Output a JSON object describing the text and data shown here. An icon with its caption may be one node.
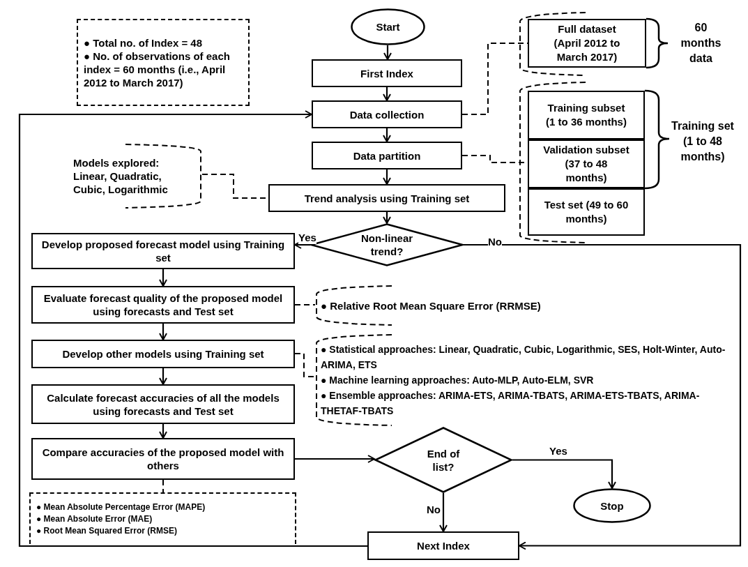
{
  "diagram": {
    "nodes": [
      {
        "text": [
          "● Total no. of Index = 48",
          "● No. of observations of each index = 60 months (i.e., April 2012 to March 2017)"
        ]
      },
      {
        "text": [
          "Start"
        ]
      },
      {
        "text": [
          "First Index"
        ]
      },
      {
        "text": [
          "Data collection"
        ]
      },
      {
        "text": [
          "Data partition"
        ]
      },
      {
        "text": [
          "Models explored: Linear, Quadratic, Cubic, Logarithmic"
        ]
      },
      {
        "text": [
          "Trend analysis using Training set"
        ]
      },
      {
        "text": [
          "Full dataset (April 2012 to March 2017)"
        ]
      },
      {
        "text": [
          "Training subset (1 to 36 months)"
        ]
      },
      {
        "text": [
          "Validation subset (37 to 48 months)"
        ]
      },
      {
        "text": [
          "Test set (49 to 60 months)"
        ]
      },
      {
        "text": [
          "Non-linear trend?"
        ]
      },
      {
        "text": [
          "Develop proposed forecast model using Training set"
        ]
      },
      {
        "text": [
          "Evaluate forecast quality of the proposed model using forecasts and Test set"
        ]
      },
      {
        "text": [
          "● Relative Root Mean Square Error (RRMSE)"
        ]
      },
      {
        "text": [
          "Develop other models using Training set"
        ]
      },
      {
        "text": [
          "● Statistical approaches: Linear, Quadratic, Cubic, Logarithmic, SES, Holt-Winter, Auto-ARIMA, ETS",
          "● Machine learning approaches: Auto-MLP, Auto-ELM, SVR",
          "● Ensemble approaches: ARIMA-ETS, ARIMA-TBATS, ARIMA-ETS-TBATS, ARIMA-THETAF-TBATS"
        ]
      },
      {
        "text": [
          "Calculate forecast accuracies of all the models using forecasts and Test set"
        ]
      },
      {
        "text": [
          "Compare accuracies of the proposed model with others"
        ]
      },
      {
        "text": [
          "● Mean Absolute Percentage Error (MAPE)",
          "● Mean Absolute Error (MAE)",
          "● Root Mean Squared Error (RMSE)"
        ]
      },
      {
        "text": [
          "End of list?"
        ]
      },
      {
        "text": [
          "Stop"
        ]
      },
      {
        "text": [
          "Next Index"
        ]
      }
    ],
    "edges": [
      {
        "from": 1,
        "to": 2,
        "arrow": "to"
      },
      {
        "from": 2,
        "to": 3,
        "arrow": "to"
      },
      {
        "from": 3,
        "to": 4,
        "arrow": "to"
      },
      {
        "from": 4,
        "to": 6,
        "arrow": "to"
      },
      {
        "from": 6,
        "to": 11,
        "arrow": "to"
      },
      {
        "from": 11,
        "to": 12,
        "arrow": "to",
        "label": "Yes"
      },
      {
        "from": 11,
        "to": 22,
        "arrow": "to",
        "label": "No"
      },
      {
        "from": 12,
        "to": 13,
        "arrow": "to"
      },
      {
        "from": 13,
        "to": 15,
        "arrow": "to"
      },
      {
        "from": 15,
        "to": 17,
        "arrow": "to"
      },
      {
        "from": 17,
        "to": 18,
        "arrow": "to"
      },
      {
        "from": 18,
        "to": 20,
        "arrow": "to"
      },
      {
        "from": 20,
        "to": 21,
        "arrow": "to",
        "label": "Yes"
      },
      {
        "from": 20,
        "to": 22,
        "arrow": "to",
        "label": "No"
      },
      {
        "from": 22,
        "to": 3,
        "arrow": "to"
      },
      {
        "from": 3,
        "to": 7,
        "arrow": "none",
        "style": "dashed"
      },
      {
        "from": 4,
        "to": 9,
        "arrow": "none",
        "style": "dashed"
      },
      {
        "from": 5,
        "to": 6,
        "arrow": "none",
        "style": "dashed"
      },
      {
        "from": 13,
        "to": 14,
        "arrow": "none",
        "style": "dashed"
      },
      {
        "from": 15,
        "to": 16,
        "arrow": "none",
        "style": "dashed"
      },
      {
        "from": 18,
        "to": 19,
        "arrow": "none",
        "style": "dashed"
      }
    ],
    "labels": [
      "60 months data",
      "Training set (1 to 48 months)"
    ]
  }
}
